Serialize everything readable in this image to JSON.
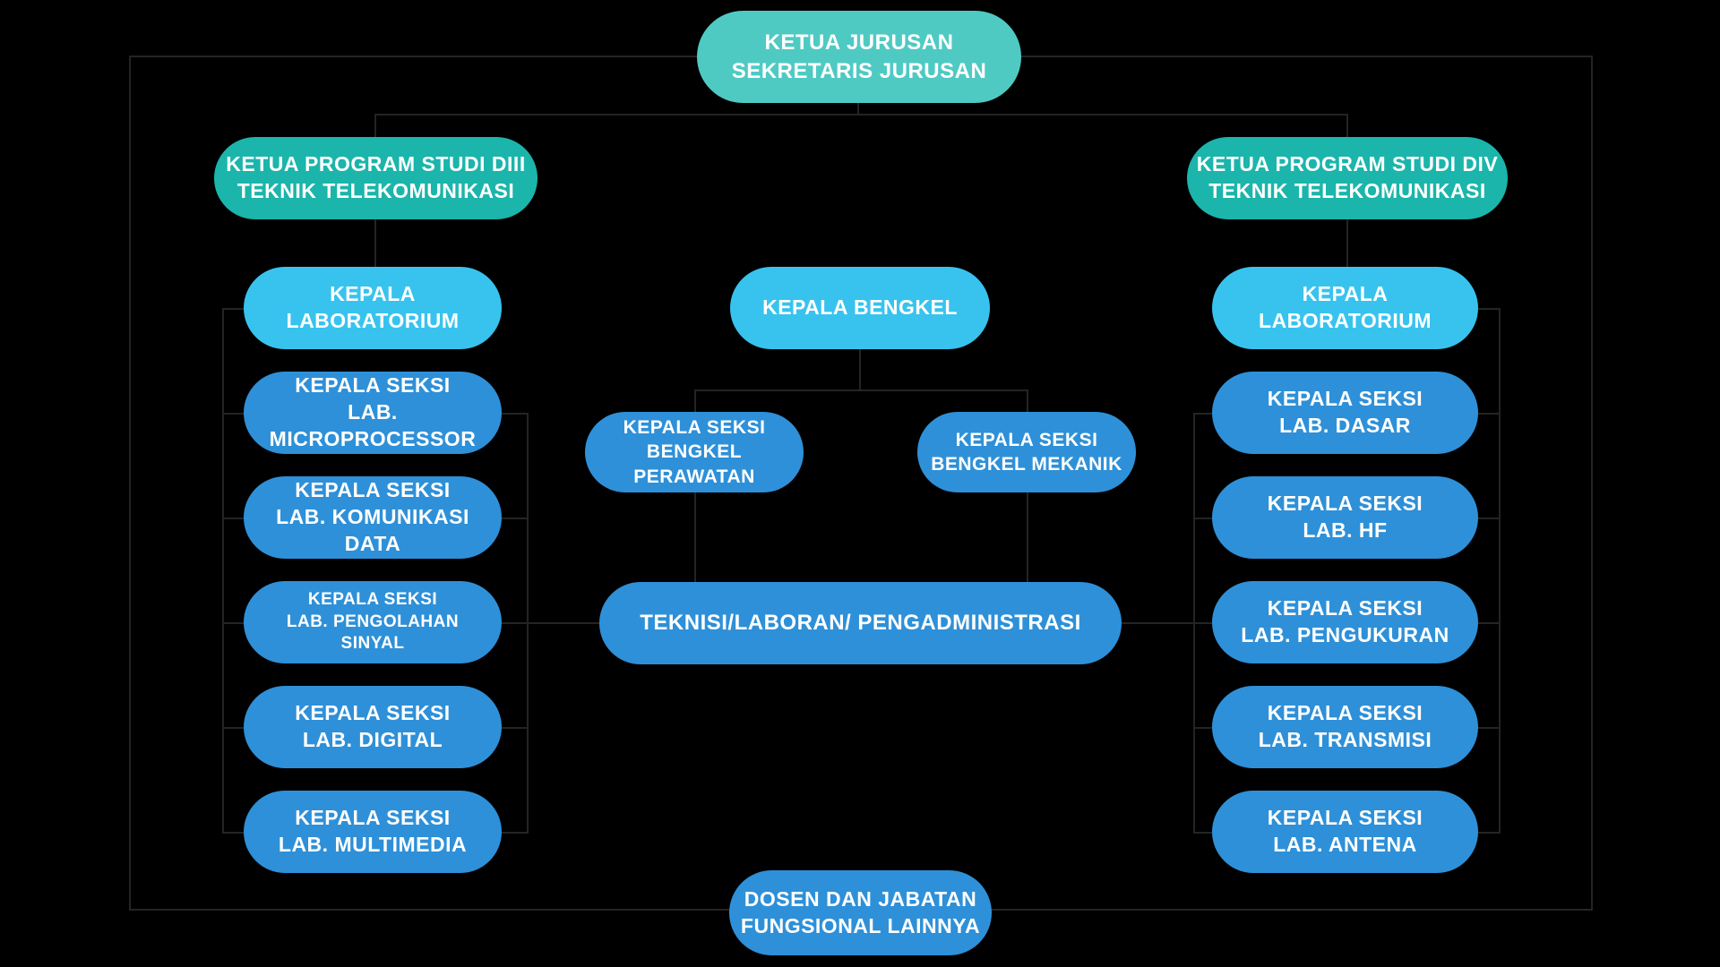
{
  "title": "Struktur organisasi Jurusan Teknik Telekomunikasi (organizational chart)",
  "palette": {
    "background": "#000000",
    "teal_light": "#4fcac3",
    "teal": "#1bb5ab",
    "cyan": "#38c3ee",
    "blue": "#2e90d8",
    "line": "#242424",
    "text": "#ffffff"
  },
  "nodes": {
    "root": {
      "label": "KETUA JURUSAN\nSEKRETARIS JURUSAN",
      "color_key": "teal_light"
    },
    "prodi_d3": {
      "label": "KETUA PROGRAM STUDI DIII\nTEKNIK TELEKOMUNIKASI",
      "color_key": "teal"
    },
    "prodi_d4": {
      "label": "KETUA PROGRAM STUDI DIV\nTEKNIK TELEKOMUNIKASI",
      "color_key": "teal"
    },
    "lab_left": {
      "label": "KEPALA LABORATORIUM",
      "color_key": "cyan"
    },
    "bengkel": {
      "label": "KEPALA BENGKEL",
      "color_key": "cyan"
    },
    "lab_right": {
      "label": "KEPALA LABORATORIUM",
      "color_key": "cyan"
    },
    "seksi_l1": {
      "label": "KEPALA SEKSI\nLAB. MICROPROCESSOR",
      "color_key": "blue"
    },
    "seksi_l2": {
      "label": "KEPALA SEKSI\nLAB. KOMUNIKASI DATA",
      "color_key": "blue"
    },
    "seksi_l3": {
      "label": "KEPALA SEKSI\nLAB. PENGOLAHAN SINYAL",
      "color_key": "blue"
    },
    "seksi_l4": {
      "label": "KEPALA SEKSI\nLAB. DIGITAL",
      "color_key": "blue"
    },
    "seksi_l5": {
      "label": "KEPALA SEKSI\nLAB. MULTIMEDIA",
      "color_key": "blue"
    },
    "perawatan": {
      "label": "KEPALA SEKSI\nBENGKEL PERAWATAN",
      "color_key": "blue"
    },
    "mekanik": {
      "label": "KEPALA SEKSI\nBENGKEL MEKANIK",
      "color_key": "blue"
    },
    "teknisi": {
      "label": "TEKNISI/LABORAN/ PENGADMINISTRASI",
      "color_key": "blue"
    },
    "seksi_r1": {
      "label": "KEPALA SEKSI\nLAB. DASAR",
      "color_key": "blue"
    },
    "seksi_r2": {
      "label": "KEPALA SEKSI\nLAB. HF",
      "color_key": "blue"
    },
    "seksi_r3": {
      "label": "KEPALA SEKSI\nLAB. PENGUKURAN",
      "color_key": "blue"
    },
    "seksi_r4": {
      "label": "KEPALA SEKSI\nLAB. TRANSMISI",
      "color_key": "blue"
    },
    "seksi_r5": {
      "label": "KEPALA SEKSI\nLAB. ANTENA",
      "color_key": "blue"
    },
    "dosen": {
      "label": "DOSEN DAN JABATAN\nFUNGSIONAL LAINNYA",
      "color_key": "blue"
    }
  },
  "edges": [
    "root -> prodi_d3",
    "root -> prodi_d4",
    "prodi_d3 -> lab_left",
    "prodi_d4 -> lab_right",
    "lab_left -> seksi_l1",
    "lab_left -> seksi_l2",
    "lab_left -> seksi_l3",
    "lab_left -> seksi_l4",
    "lab_left -> seksi_l5",
    "bengkel -> perawatan",
    "bengkel -> mekanik",
    "perawatan -> teknisi",
    "mekanik -> teknisi",
    "seksi_l1..l5 -> teknisi (shared rail)",
    "lab_right -> seksi_r1",
    "lab_right -> seksi_r2",
    "lab_right -> seksi_r3",
    "lab_right -> seksi_r4",
    "lab_right -> seksi_r5",
    "seksi_r1..r5 -> teknisi (shared rail)",
    "outer coordination frame links root and dosen"
  ]
}
